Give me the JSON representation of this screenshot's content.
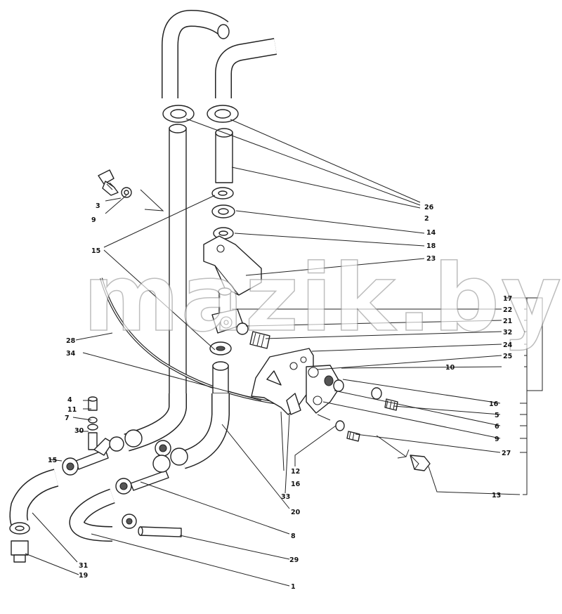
{
  "watermark": "mazik.by",
  "labels": [
    {
      "id": "l26",
      "text": "26"
    },
    {
      "id": "l2",
      "text": "2"
    },
    {
      "id": "l14",
      "text": "14"
    },
    {
      "id": "l18",
      "text": "18"
    },
    {
      "id": "l23",
      "text": "23"
    },
    {
      "id": "l3",
      "text": "3"
    },
    {
      "id": "l9a",
      "text": "9"
    },
    {
      "id": "l15a",
      "text": "15"
    },
    {
      "id": "l17",
      "text": "17"
    },
    {
      "id": "l22",
      "text": "22"
    },
    {
      "id": "l21",
      "text": "21"
    },
    {
      "id": "l32",
      "text": "32"
    },
    {
      "id": "l24",
      "text": "24"
    },
    {
      "id": "l25",
      "text": "25"
    },
    {
      "id": "l28",
      "text": "28"
    },
    {
      "id": "l34",
      "text": "34"
    },
    {
      "id": "l10",
      "text": "10"
    },
    {
      "id": "l16a",
      "text": "16"
    },
    {
      "id": "l5",
      "text": "5"
    },
    {
      "id": "l6",
      "text": "6"
    },
    {
      "id": "l9b",
      "text": "9"
    },
    {
      "id": "l27",
      "text": "27"
    },
    {
      "id": "l13",
      "text": "13"
    },
    {
      "id": "l4",
      "text": "4"
    },
    {
      "id": "l11",
      "text": "11"
    },
    {
      "id": "l7",
      "text": "7"
    },
    {
      "id": "l30",
      "text": "30"
    },
    {
      "id": "l15b",
      "text": "15"
    },
    {
      "id": "l12",
      "text": "12"
    },
    {
      "id": "l16b",
      "text": "16"
    },
    {
      "id": "l33",
      "text": "33"
    },
    {
      "id": "l20",
      "text": "20"
    },
    {
      "id": "l8",
      "text": "8"
    },
    {
      "id": "l29",
      "text": "29"
    },
    {
      "id": "l31",
      "text": "31"
    },
    {
      "id": "l19",
      "text": "19"
    },
    {
      "id": "l1",
      "text": "1"
    }
  ]
}
